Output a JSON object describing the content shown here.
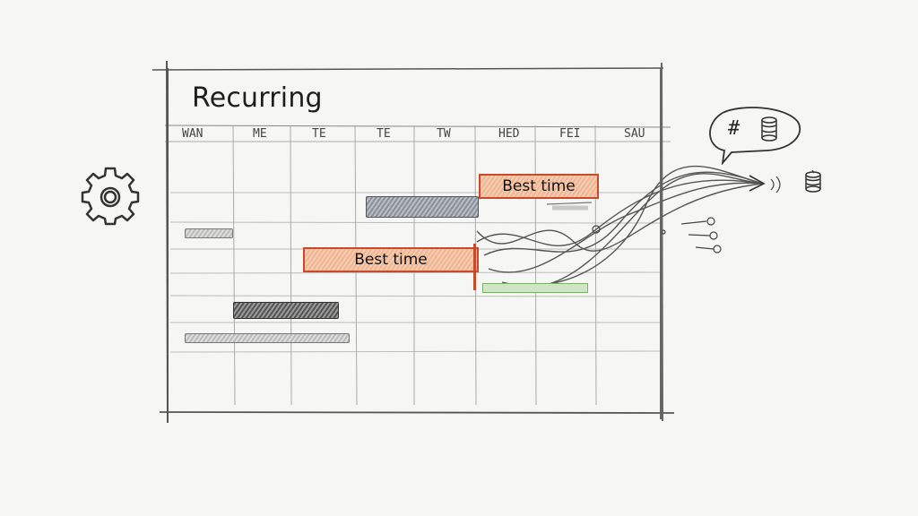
{
  "title": "Recurring",
  "days": [
    "WAN",
    "ME",
    "TE",
    "TE",
    "TW",
    "HED",
    "FEI",
    "SAU"
  ],
  "highlights": [
    {
      "label": "Best time"
    },
    {
      "label": "Best time"
    }
  ],
  "bubble": {
    "text": "#"
  },
  "icons": {
    "settings": "gear-icon",
    "bubble": "speech-bubble-icon",
    "coins": "coin-stack-icon",
    "signal": "signal-icon",
    "arrow": "flow-arrow-icon"
  },
  "colors": {
    "highlight_fill": "#f2c09e",
    "highlight_border": "#c94a2a",
    "event_gray": "#9aa0aa",
    "event_dark": "#555555",
    "event_green": "#7bb26a"
  }
}
